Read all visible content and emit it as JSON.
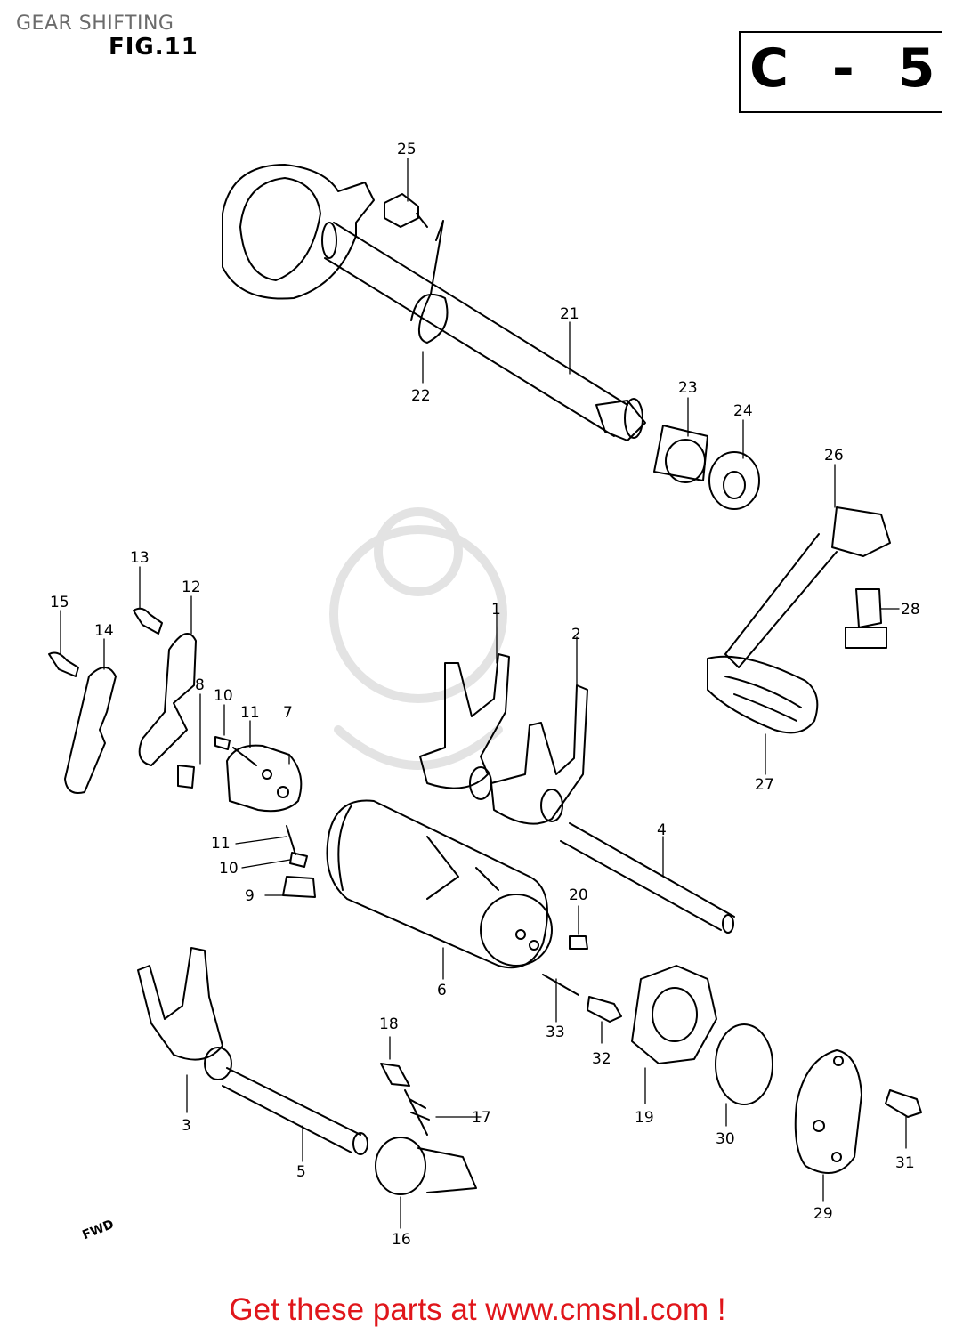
{
  "header": {
    "title": "GEAR SHIFTING",
    "figure": "FIG.11",
    "section_code": "C - 5"
  },
  "parts": {
    "p1": "1",
    "p2": "2",
    "p3": "3",
    "p4": "4",
    "p5": "5",
    "p6": "6",
    "p7": "7",
    "p8": "8",
    "p9": "9",
    "p10a": "10",
    "p10b": "10",
    "p11a": "11",
    "p11b": "11",
    "p12": "12",
    "p13": "13",
    "p14": "14",
    "p15": "15",
    "p16": "16",
    "p17": "17",
    "p18": "18",
    "p19": "19",
    "p20": "20",
    "p21": "21",
    "p22": "22",
    "p23": "23",
    "p24": "24",
    "p25": "25",
    "p26": "26",
    "p27": "27",
    "p28": "28",
    "p29": "29",
    "p30": "30",
    "p31": "31",
    "p32": "32",
    "p33": "33"
  },
  "fwd_mark": "FWD",
  "footer": {
    "text": "Get these parts at www.cmsnl.com !",
    "color": "#e0161b"
  }
}
